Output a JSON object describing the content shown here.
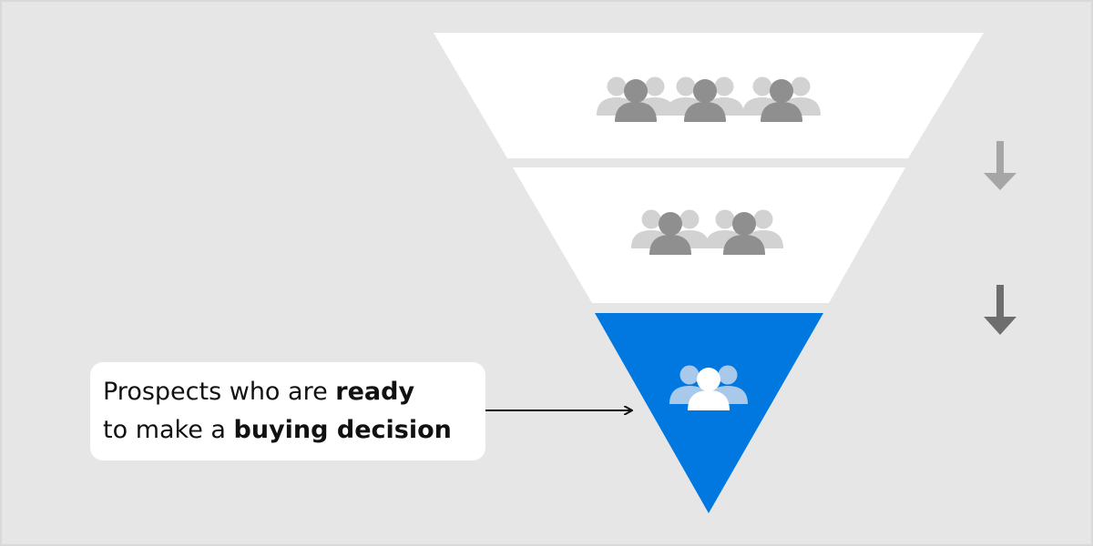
{
  "callout": {
    "line1_prefix": "Prospects who are ",
    "line1_bold": "ready",
    "line2_prefix": "to make a ",
    "line2_bold": "buying decision"
  },
  "funnel": {
    "stages": [
      {
        "name": "top",
        "groups": 3,
        "fill": "#ffffff"
      },
      {
        "name": "middle",
        "groups": 2,
        "fill": "#ffffff"
      },
      {
        "name": "bottom",
        "groups": 1,
        "fill": "#0078e0",
        "highlighted": true
      }
    ],
    "down_arrows": 2
  },
  "colors": {
    "background": "#e6e6e6",
    "highlight": "#0078e0",
    "person_dark": "#8f8f8f",
    "person_light": "#d2d2d2",
    "arrow_light": "#a6a6a6",
    "arrow_dark": "#6e6e6e"
  },
  "icons": [
    "people-group-icon",
    "down-arrow-icon",
    "right-arrow-icon"
  ]
}
